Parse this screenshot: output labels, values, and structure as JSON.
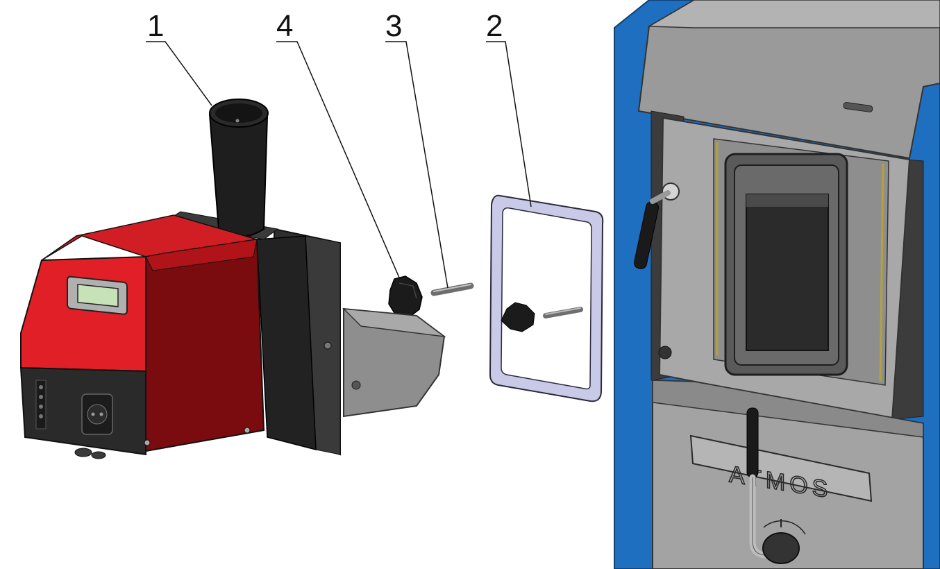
{
  "callouts": [
    {
      "label": "1",
      "part": "burner-exhaust-tube"
    },
    {
      "label": "4",
      "part": "star-knob"
    },
    {
      "label": "3",
      "part": "threaded-pin"
    },
    {
      "label": "2",
      "part": "door-gasket-frame"
    }
  ],
  "boiler": {
    "brand": "ATMOS"
  },
  "colors": {
    "burner_red": "#c8161c",
    "burner_dark_red": "#7a0c10",
    "boiler_blue": "#1f6fc0",
    "steel_gray": "#9a9a9a",
    "frame_lavender": "#c9c9e8"
  }
}
